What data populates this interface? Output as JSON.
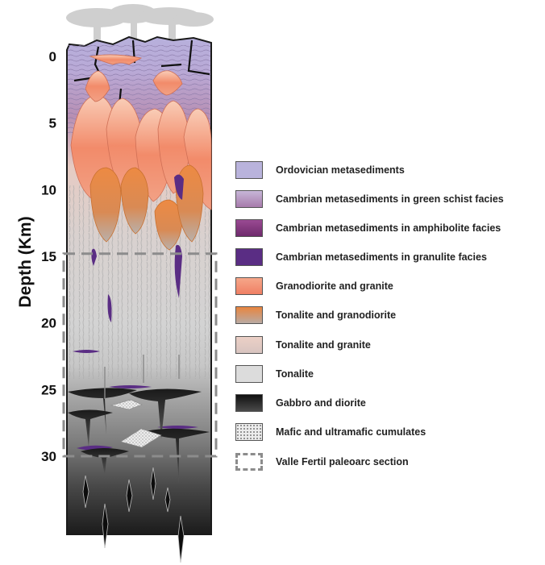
{
  "axis": {
    "title": "Depth (Km)",
    "unit": "Km",
    "ticks": [
      0,
      5,
      10,
      15,
      20,
      25,
      30
    ],
    "range": [
      0,
      30
    ]
  },
  "colors": {
    "ordovician": "#b9b3dc",
    "green_schist": "#b790b8",
    "amphibolite": "#7d2f7a",
    "granulite": "#5a2d84",
    "granodiorite_granite": "#f39a7c",
    "tonalite_granodiorite": "#e8853f",
    "tonalite_granite": "#e3c6bd",
    "tonalite": "#dcdcdc",
    "gabbro": "#2a2a2a",
    "cumulates": "#e4e4e4",
    "paleoarc_box": "#8c8c8c"
  },
  "legend": [
    {
      "key": "ordovician",
      "label": "Ordovician metasediments",
      "icon": "swatch-lavender"
    },
    {
      "key": "green_schist",
      "label": "Cambrian metasediments in green schist facies",
      "icon": "swatch-mauve-gradient"
    },
    {
      "key": "amphibolite",
      "label": "Cambrian metasediments in amphibolite facies",
      "icon": "swatch-purple"
    },
    {
      "key": "granulite",
      "label": "Cambrian metasediments in granulite facies",
      "icon": "swatch-dark-purple"
    },
    {
      "key": "granodiorite_granite",
      "label": "Granodiorite and granite",
      "icon": "swatch-salmon-gradient"
    },
    {
      "key": "tonalite_granodiorite",
      "label": "Tonalite and granodiorite",
      "icon": "swatch-orange-gray-gradient"
    },
    {
      "key": "tonalite_granite",
      "label": "Tonalite and granite",
      "icon": "swatch-pinkish-gray"
    },
    {
      "key": "tonalite",
      "label": "Tonalite",
      "icon": "swatch-light-gray"
    },
    {
      "key": "gabbro",
      "label": "Gabbro and diorite",
      "icon": "swatch-black-gradient"
    },
    {
      "key": "cumulates",
      "label": "Mafic and ultramafic cumulates",
      "icon": "swatch-stippled"
    },
    {
      "key": "paleoarc",
      "label": "Valle Fertil paleoarc section",
      "icon": "dashed-box-icon"
    }
  ],
  "paleoarc_section": {
    "label": "Valle Fertil paleoarc section",
    "depth_top": 14.8,
    "depth_bottom": 30
  }
}
